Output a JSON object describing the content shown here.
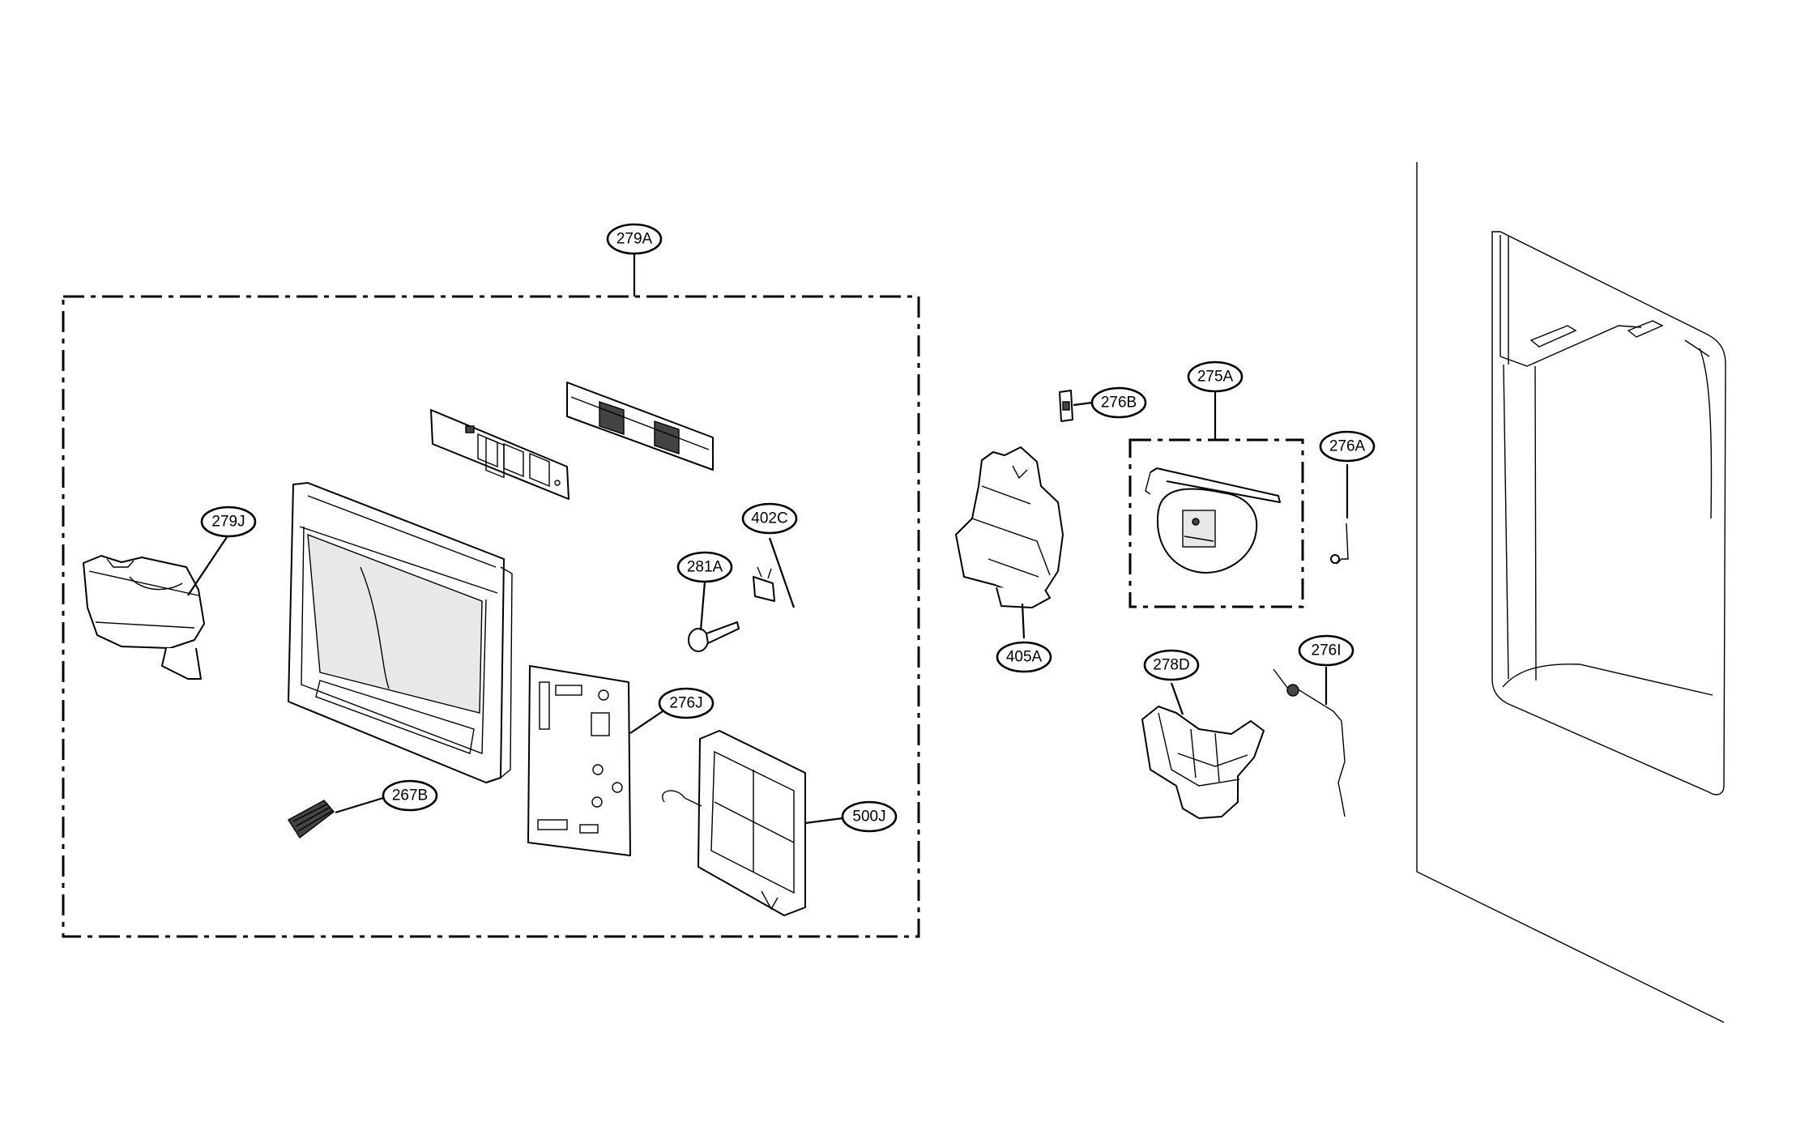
{
  "callouts": {
    "c279A": "279A",
    "c279J": "279J",
    "c267B": "267B",
    "c281A": "281A",
    "c402C": "402C",
    "c276J": "276J",
    "c500J": "500J",
    "c276B": "276B",
    "c405A": "405A",
    "c275A": "275A",
    "c276A": "276A",
    "c278D": "278D",
    "c276I": "276I"
  },
  "colors": {
    "line": "#000000",
    "background": "#ffffff"
  }
}
